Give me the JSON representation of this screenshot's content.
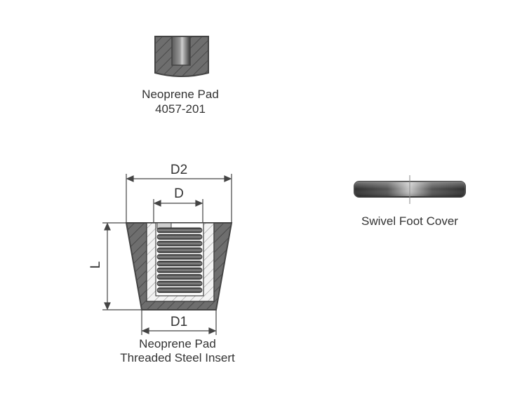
{
  "colors": {
    "line": "#444444",
    "body_fill": "#6b6b6b",
    "hatch": "#3e3e3e",
    "insert_fill": "#f4f4f4",
    "thread_dark": "#3a3a3a",
    "text": "#333333"
  },
  "parts": [
    {
      "id": "neoprene-pad",
      "name": "Neoprene Pad",
      "part_number": "4057-201"
    },
    {
      "id": "swivel-foot-cover",
      "name": "Swivel Foot Cover"
    },
    {
      "id": "neoprene-pad-insert",
      "name": "Neoprene Pad",
      "subtitle": "Threaded Steel Insert"
    }
  ],
  "dimensions": {
    "d2": "D2",
    "d": "D",
    "l": "L",
    "d1": "D1"
  }
}
